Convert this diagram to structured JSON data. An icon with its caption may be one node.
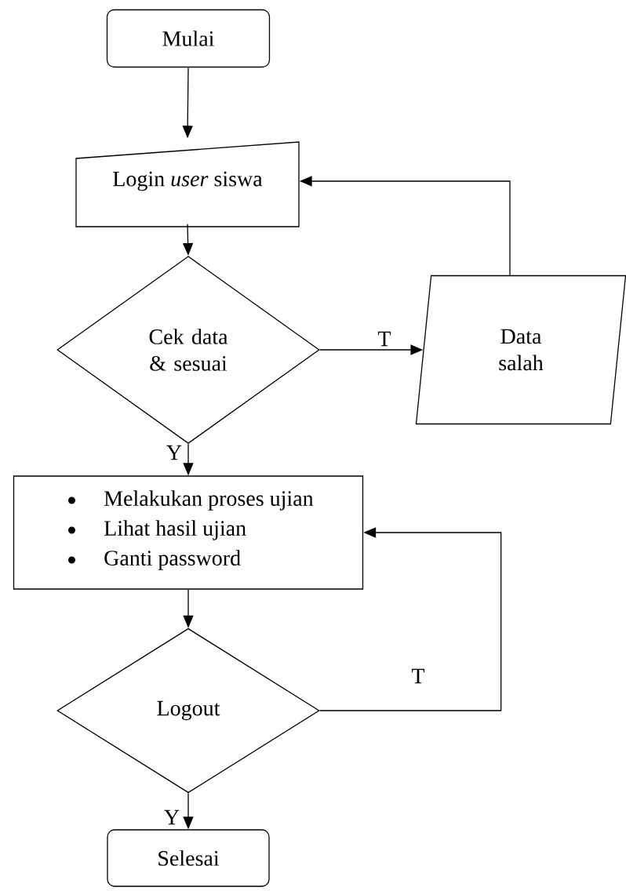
{
  "diagram": {
    "nodes": [
      {
        "text": [
          "Mulai"
        ]
      },
      {
        "text": [
          "Login *user* siswa"
        ]
      },
      {
        "text": [
          "Cek data & sesuai"
        ]
      },
      {
        "text": [
          "Data salah"
        ]
      },
      {
        "text": [
          "Melakukan proses ujian",
          "Lihat hasil ujian",
          "Ganti password"
        ]
      },
      {
        "text": [
          "Logout"
        ]
      },
      {
        "text": [
          "Selesai"
        ]
      }
    ],
    "edges": [
      {
        "from": 0,
        "to": 1,
        "arrow": "to"
      },
      {
        "from": 1,
        "to": 2,
        "arrow": "to"
      },
      {
        "from": 2,
        "to": 3,
        "arrow": "to",
        "label": "T"
      },
      {
        "from": 3,
        "to": 1,
        "arrow": "to"
      },
      {
        "from": 2,
        "to": 4,
        "arrow": "to",
        "label": "Y"
      },
      {
        "from": 4,
        "to": 5,
        "arrow": "to"
      },
      {
        "from": 5,
        "to": 4,
        "arrow": "to",
        "label": "T"
      },
      {
        "from": 5,
        "to": 6,
        "arrow": "to",
        "label": "Y"
      }
    ]
  }
}
